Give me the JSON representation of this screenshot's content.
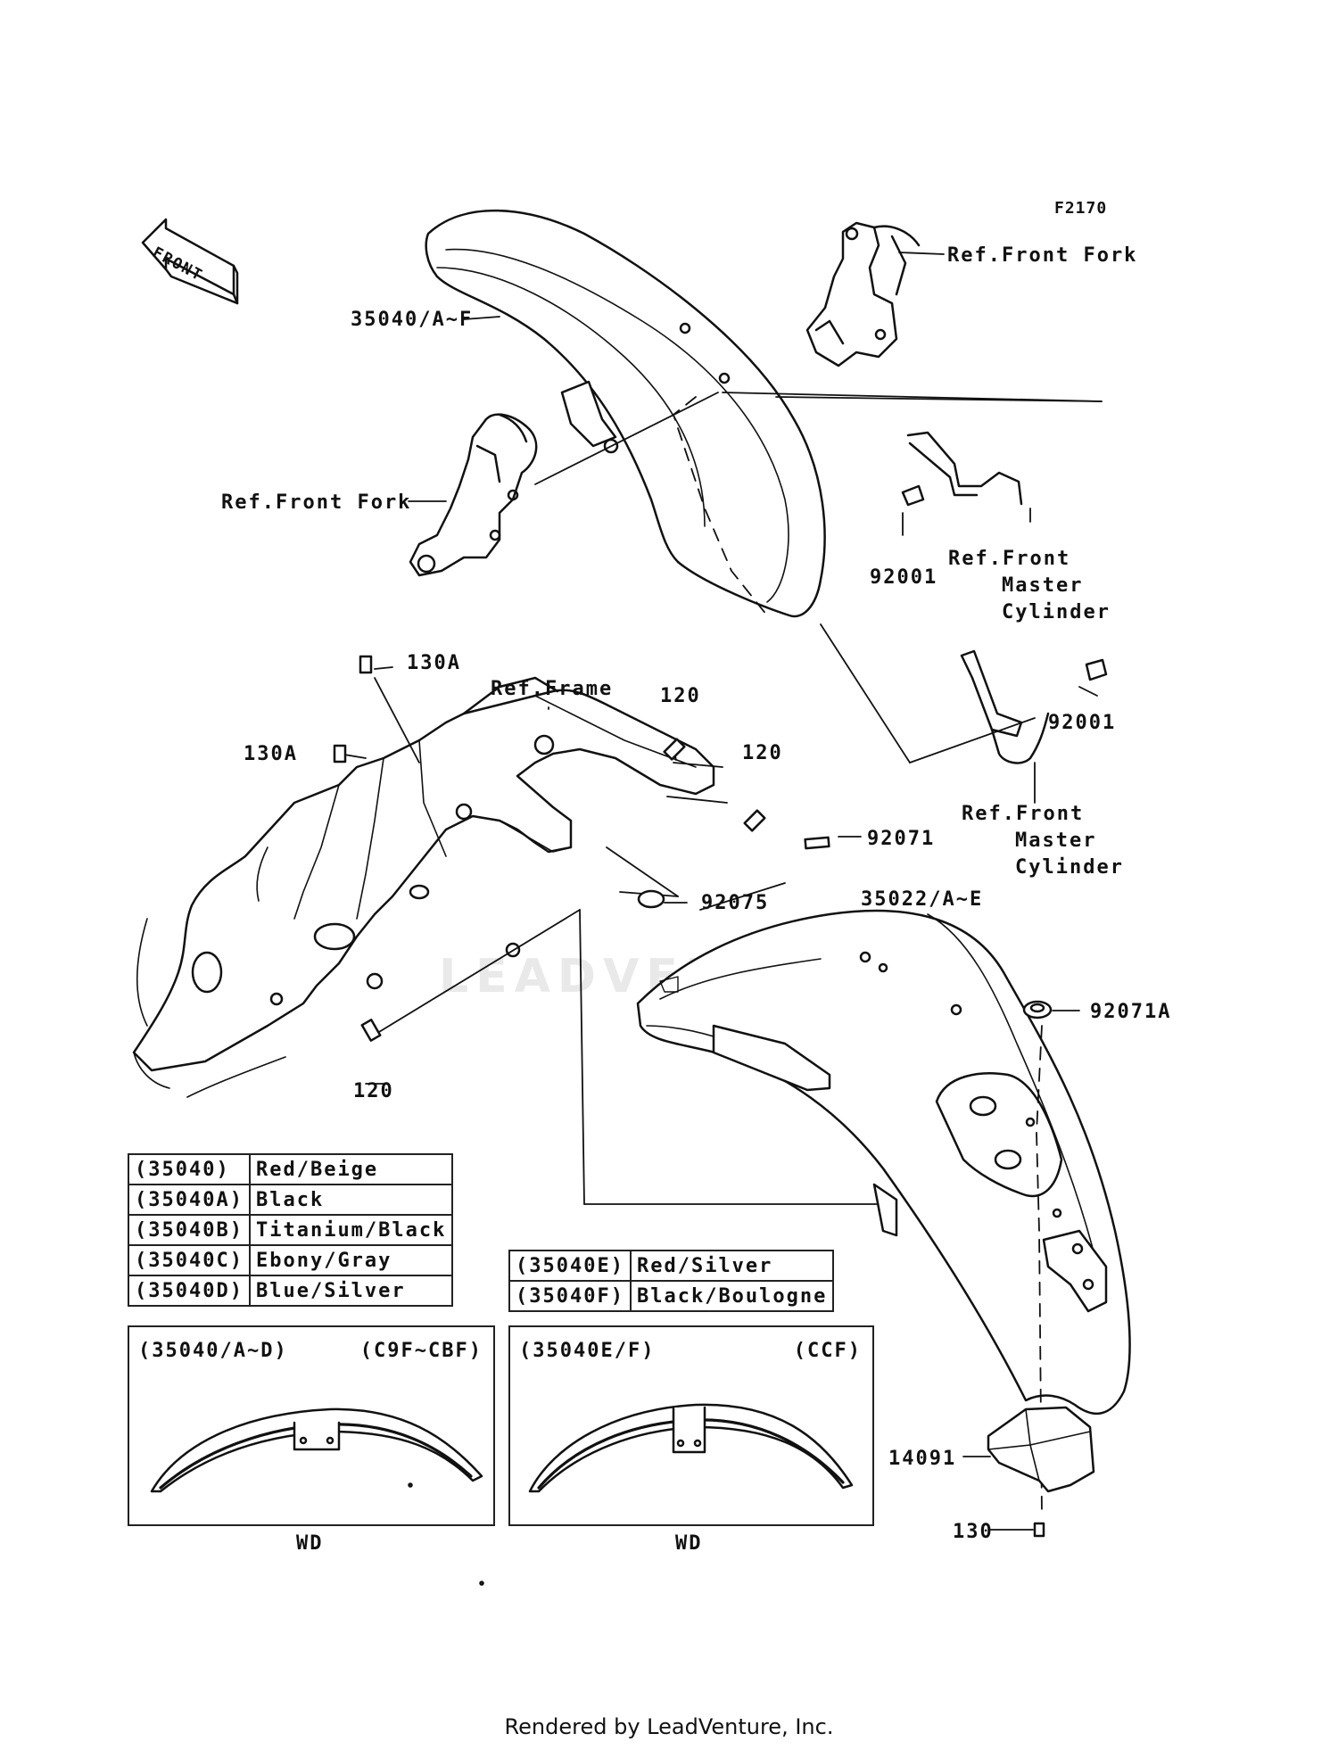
{
  "figure_code": "F2170",
  "direction_label": "FRONT",
  "watermark": "LEADVENTURE",
  "callouts": {
    "front_fender": "35040/A~F",
    "ref_front_fork_upper": "Ref.Front Fork",
    "ref_front_fork_left": "Ref.Front Fork",
    "bolt_92001_upper": "92001",
    "bolt_92001_lower": "92001",
    "ref_master_cyl_upper": [
      "Ref.Front",
      "Master",
      "Cylinder"
    ],
    "ref_master_cyl_lower": [
      "Ref.Front",
      "Master",
      "Cylinder"
    ],
    "bolt_130A_top": "130A",
    "bolt_130A_left": "130A",
    "ref_frame": "Ref.Frame",
    "bolt_120_a": "120",
    "bolt_120_b": "120",
    "bolt_120_c": "120",
    "clip_92071": "92071",
    "clip_92075": "92075",
    "rear_fender": "35022/A~E",
    "grommet_92071A": "92071A",
    "cover_14091": "14091",
    "bolt_130": "130"
  },
  "color_table_left": [
    {
      "code": "(35040)",
      "color": "Red/Beige"
    },
    {
      "code": "(35040A)",
      "color": "Black"
    },
    {
      "code": "(35040B)",
      "color": "Titanium/Black"
    },
    {
      "code": "(35040C)",
      "color": "Ebony/Gray"
    },
    {
      "code": "(35040D)",
      "color": "Blue/Silver"
    }
  ],
  "color_table_right": [
    {
      "code": "(35040E)",
      "color": "Red/Silver"
    },
    {
      "code": "(35040F)",
      "color": "Black/Boulogne"
    }
  ],
  "detail_boxes": [
    {
      "parts": "(35040/A~D)",
      "models": "(C9F~CBF)",
      "caption": "WD"
    },
    {
      "parts": "(35040E/F)",
      "models": "(CCF)",
      "caption": "WD"
    }
  ],
  "footer": "Rendered by LeadVenture, Inc."
}
